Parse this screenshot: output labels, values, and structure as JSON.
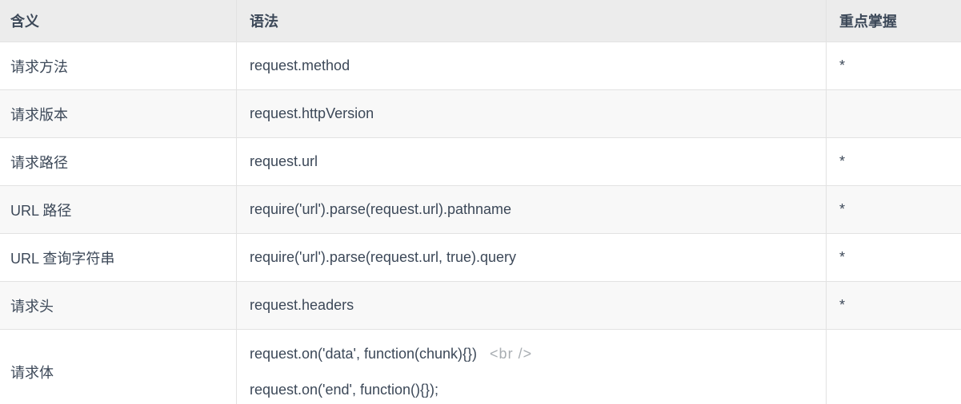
{
  "colors": {
    "text-color": "#3c4858",
    "border-color": "#e2e2e2",
    "header-bg": "#ececec",
    "stripe-bg": "#f8f8f8",
    "muted-color": "#a8adb2"
  },
  "table": {
    "columns": {
      "meaning": "含义",
      "syntax": "语法",
      "key": "重点掌握"
    },
    "rows": [
      {
        "meaning": "请求方法",
        "syntax": "request.method",
        "key": "*"
      },
      {
        "meaning": "请求版本",
        "syntax": "request.httpVersion",
        "key": ""
      },
      {
        "meaning": "请求路径",
        "syntax": "request.url",
        "key": "*"
      },
      {
        "meaning": "URL 路径",
        "syntax": "require('url').parse(request.url).pathname",
        "key": "*"
      },
      {
        "meaning": "URL 查询字符串",
        "syntax": "require('url').parse(request.url, true).query",
        "key": "*"
      },
      {
        "meaning": "请求头",
        "syntax": "request.headers",
        "key": "*"
      },
      {
        "meaning": "请求体",
        "syntax_line1": "request.on('data', function(chunk){})",
        "syntax_line1_literal": "<br />",
        "syntax_line2": "request.on('end', function(){});",
        "key": ""
      }
    ]
  }
}
